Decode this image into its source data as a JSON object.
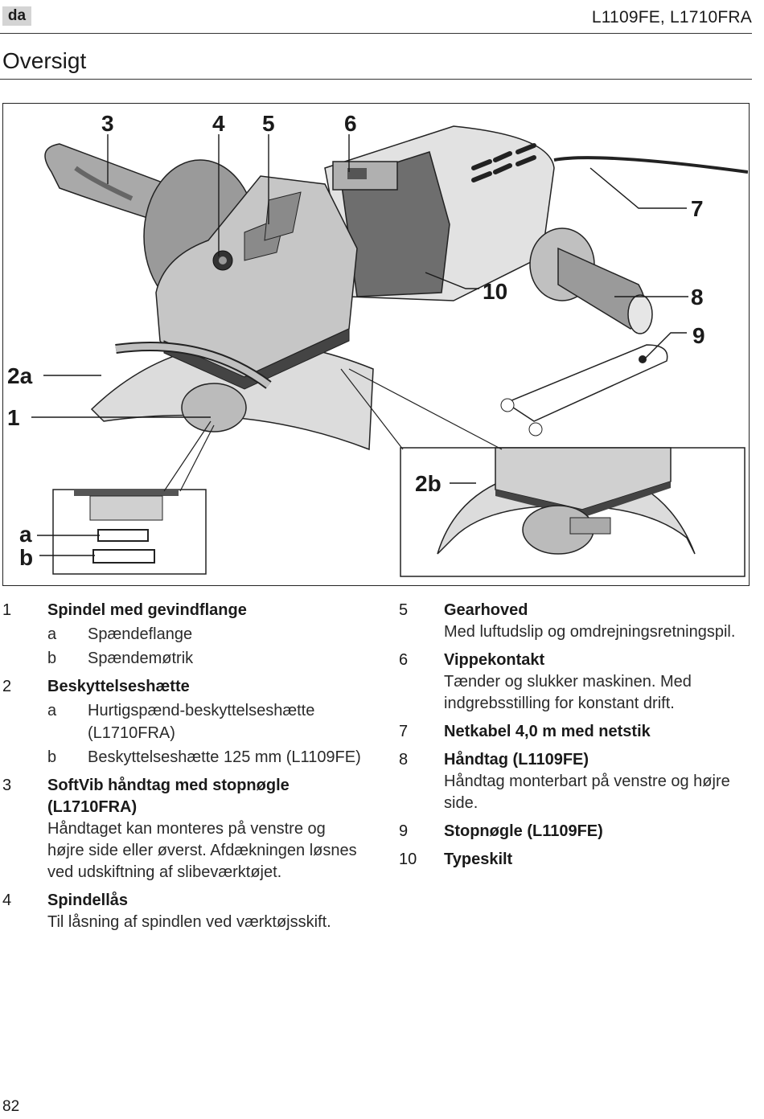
{
  "header": {
    "lang_badge": "da",
    "model": "L1109FE, L1710FRA"
  },
  "title": "Oversigt",
  "figure": {
    "callouts": {
      "c3": "3",
      "c4": "4",
      "c5": "5",
      "c6": "6",
      "c7": "7",
      "c10": "10",
      "c8": "8",
      "c9": "9",
      "c2a": "2a",
      "c1": "1",
      "c2b": "2b",
      "ca": "a",
      "cb": "b"
    },
    "colors": {
      "tool_gray": "#b8b8b8",
      "dark_gray": "#6e6e6e",
      "light_gray": "#dcdcdc",
      "ink": "#1a1a1a"
    }
  },
  "items_left": [
    {
      "num": "1",
      "head": "Spindel med gevindflange",
      "desc": "",
      "subs": [
        {
          "letter": "a",
          "text": "Spændeflange"
        },
        {
          "letter": "b",
          "text": "Spændemøtrik"
        }
      ]
    },
    {
      "num": "2",
      "head": "Beskyttelseshætte",
      "desc": "",
      "subs": [
        {
          "letter": "a",
          "text": "Hurtigspænd-beskyttelseshætte (L1710FRA)"
        },
        {
          "letter": "b",
          "text": "Beskyttelseshætte 125 mm (L1109FE)"
        }
      ]
    },
    {
      "num": "3",
      "head": "SoftVib håndtag med stopnøgle (L1710FRA)",
      "desc": "Håndtaget kan monteres på venstre og højre side eller øverst. Afdækningen løsnes ved udskiftning af slibeværktøjet.",
      "subs": []
    },
    {
      "num": "4",
      "head": "Spindellås",
      "desc": "Til låsning af spindlen ved værktøjsskift.",
      "subs": []
    }
  ],
  "items_right": [
    {
      "num": "5",
      "head": "Gearhoved",
      "desc": "Med luftudslip og omdrejningsretningspil.",
      "subs": []
    },
    {
      "num": "6",
      "head": "Vippekontakt",
      "desc": "Tænder og slukker maskinen. Med indgrebsstilling for konstant drift.",
      "subs": []
    },
    {
      "num": "7",
      "head": "Netkabel 4,0 m med netstik",
      "desc": "",
      "subs": []
    },
    {
      "num": "8",
      "head": "Håndtag (L1109FE)",
      "desc": "Håndtag monterbart på venstre og højre side.",
      "subs": []
    },
    {
      "num": "9",
      "head": "Stopnøgle (L1109FE)",
      "desc": "",
      "subs": []
    },
    {
      "num": "10",
      "head": "Typeskilt",
      "desc": "",
      "subs": []
    }
  ],
  "page_number": "82"
}
